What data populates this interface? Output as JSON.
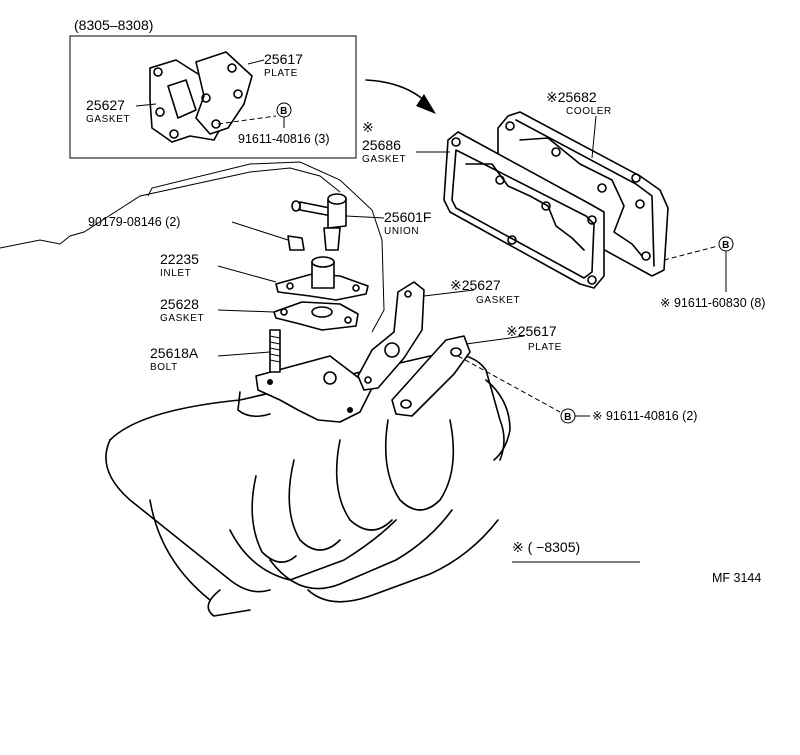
{
  "inset": {
    "range": "(8305–8308)",
    "plate_no": "25617",
    "plate_name": "PLATE",
    "gasket_no": "25627",
    "gasket_name": "GASKET",
    "bolt_mark": "B",
    "bolt_no": "91611-40816 (3)"
  },
  "parts": {
    "cooler_no": "※25682",
    "cooler_name": "COOLER",
    "cooler_gasket_mark": "※",
    "cooler_gasket_no": "25686",
    "cooler_gasket_name": "GASKET",
    "cooler_bolt_mark": "B",
    "cooler_bolt_no": "※ 91611-60830 (8)",
    "screw_no": "90179-08146 (2)",
    "union_no": "25601F",
    "union_name": "UNION",
    "inlet_no": "22235",
    "inlet_name": "INLET",
    "inlet_gasket_no": "25628",
    "inlet_gasket_name": "GASKET",
    "stud_no": "25618A",
    "stud_name": "BOLT",
    "egr_gasket_no": "※25627",
    "egr_gasket_name": "GASKET",
    "egr_plate_no": "※25617",
    "egr_plate_name": "PLATE",
    "plate_bolt_mark": "B",
    "plate_bolt_no": "※ 91611-40816 (2)"
  },
  "note": "※ (        −8305)",
  "figure_id": "MF  3144"
}
